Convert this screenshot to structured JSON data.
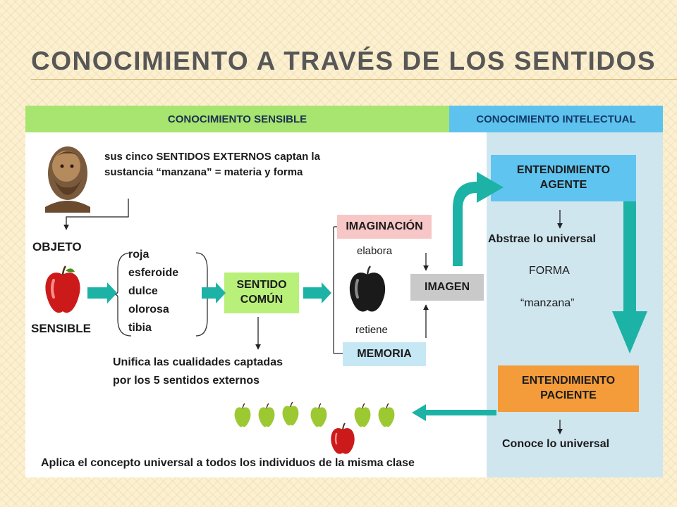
{
  "title": "Conocimiento a través de los sentidos",
  "bands": {
    "sensible": "CONOCIMIENTO SENSIBLE",
    "intelectual": "CONOCIMIENTO INTELECTUAL"
  },
  "intro": {
    "pre": "sus cinco ",
    "bold": "SENTIDOS EXTERNOS",
    "post": " captan la",
    "line2": "sustancia  “manzana” = materia y forma"
  },
  "objeto": {
    "line1": "OBJETO",
    "line2": "SENSIBLE"
  },
  "qualities": [
    "roja",
    "esferoide",
    "dulce",
    "olorosa",
    "tibia"
  ],
  "sentido_comun": {
    "line1": "SENTIDO",
    "line2": "COMÚN"
  },
  "unifica": {
    "line1": "Unifica las cualidades captadas",
    "line2": "por los 5 sentidos externos"
  },
  "imaginacion": "IMAGINACIÓN",
  "elabora": "elabora",
  "retiene": "retiene",
  "memoria": "MEMORIA",
  "imagen": "IMAGEN",
  "agente": {
    "line1": "ENTENDIMIENTO",
    "line2": "AGENTE"
  },
  "abstrae": "Abstrae lo universal",
  "forma": "FORMA",
  "manzana": "“manzana”",
  "paciente": {
    "line1": "ENTENDIMIENTO",
    "line2": "PACIENTE"
  },
  "conoce": "Conoce lo universal",
  "aplica": "Aplica el concepto universal a todos los individuos de la misma clase",
  "colors": {
    "band_sensible": "#a7e570",
    "band_intelectual": "#5ec2ef",
    "intel_panel": "#cfe6ef",
    "teal_arrow": "#1cb3a6",
    "sentido_box": "#b8f07a",
    "imaginacion_box": "#f7c6c6",
    "memoria_box": "#c6e8f4",
    "imagen_box": "#c9c9c9",
    "agente_box": "#5fc4f0",
    "paciente_box": "#f49b3a",
    "red_apple": "#cc1a1a",
    "green_apple": "#9cc832",
    "dark_apple": "#1a1a1a"
  }
}
